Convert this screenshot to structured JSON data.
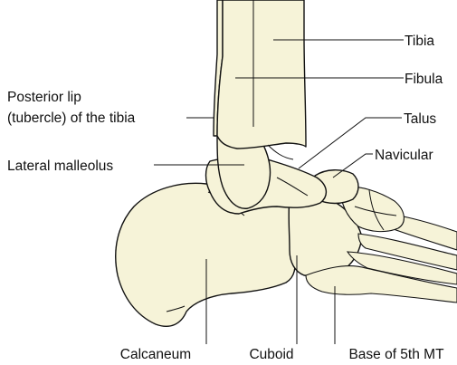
{
  "labels": {
    "tibia": "Tibia",
    "fibula": "Fibula",
    "posterior_lip_line1": "Posterior lip",
    "posterior_lip_line2": "(tubercle) of the tibia",
    "talus": "Talus",
    "navicular": "Navicular",
    "lateral_malleolus": "Lateral malleolus",
    "calcaneum": "Calcaneum",
    "cuboid": "Cuboid",
    "base_5th_mt": "Base of 5th MT"
  },
  "colors": {
    "bone_fill": "#f6f3d8",
    "outline": "#111111",
    "background": "#ffffff"
  }
}
